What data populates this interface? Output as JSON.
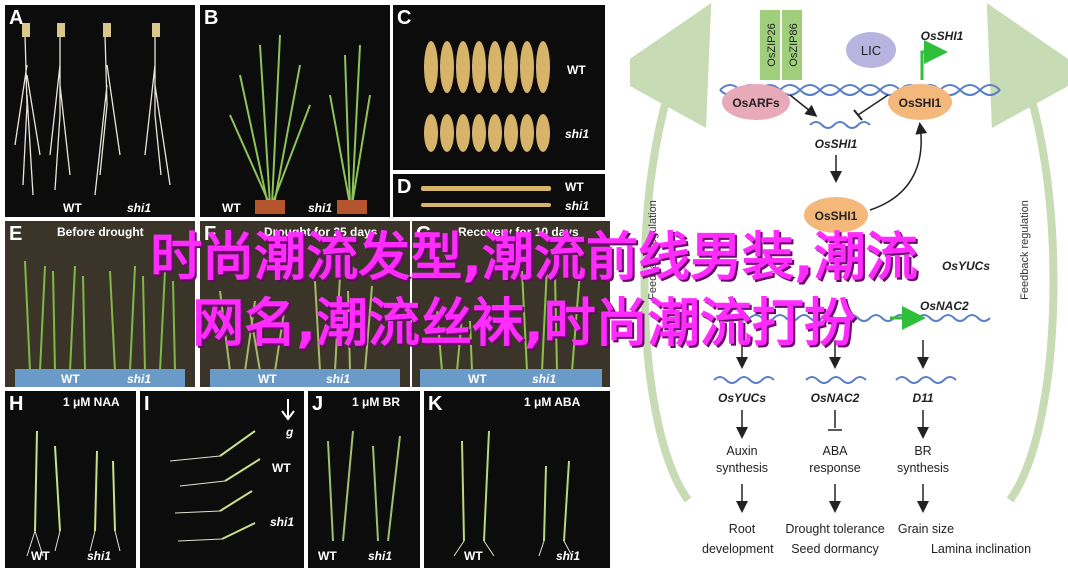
{
  "panels": {
    "A": {
      "label": "A",
      "wt": "WT",
      "mut": "shi1"
    },
    "B": {
      "label": "B",
      "wt": "WT",
      "mut": "shi1"
    },
    "C": {
      "label": "C",
      "wt": "WT",
      "mut": "shi1"
    },
    "D": {
      "label": "D",
      "wt": "WT",
      "mut": "shi1"
    },
    "E": {
      "label": "E",
      "title": "Before drought",
      "wt": "WT",
      "mut": "shi1"
    },
    "F": {
      "label": "F",
      "title": "Drought for 25 days",
      "wt": "WT",
      "mut": "shi1"
    },
    "G": {
      "label": "G",
      "title": "Recovery for 10 days",
      "wt": "WT",
      "mut": "shi1"
    },
    "H": {
      "label": "H",
      "title": "1 μM NAA",
      "wt": "WT",
      "mut": "shi1"
    },
    "I": {
      "label": "I",
      "g": "g",
      "wt": "WT",
      "mut": "shi1"
    },
    "J": {
      "label": "J",
      "title": "1 μM BR",
      "wt": "WT",
      "mut": "shi1"
    },
    "K": {
      "label": "K",
      "title": "1 μM ABA",
      "wt": "WT",
      "mut": "shi1"
    }
  },
  "diagram": {
    "top_tfs": [
      "OsZIP26",
      "OsZIP86"
    ],
    "lic": "LIC",
    "osshi1_gene_top": "OsSHI1",
    "osarfs": "OsARFs",
    "osshi1_protein": "OsSHI1",
    "osshi1_gene": "OsSHI1",
    "osshi1_center": "OsSHI1",
    "feedback_left": "Feedback regulation",
    "feedback_right": "Feedback regulation",
    "bottom_fragment_1": "OsYUCs",
    "bottom_fragment_2": "OsNAC2",
    "targets": [
      {
        "gene": "OsYUCs",
        "process": "Auxin synthesis",
        "process_1": "Auxin",
        "process_2": "synthesis",
        "outcome_1": "Root",
        "outcome_2": "development"
      },
      {
        "gene": "OsNAC2",
        "process": "ABA response",
        "process_1": "ABA",
        "process_2": "response",
        "outcome_1": "Drought tolerance",
        "outcome_2": "Seed dormancy"
      },
      {
        "gene": "D11",
        "process": "BR synthesis",
        "process_1": "BR",
        "process_2": "synthesis",
        "outcome_1": "Grain size",
        "outcome_2": "Lamina inclination"
      }
    ]
  },
  "overlay": {
    "line1": "时尚潮流发型,潮流前线男装,潮流",
    "line2": "网名,潮流丝袜,时尚潮流打扮"
  },
  "colors": {
    "overlay_text": "#ff2bff",
    "dna": "#5a7fc9",
    "arfs": "#e8a9b9",
    "shi1": "#f4b87a",
    "lic": "#b9b3e0",
    "tf": "#9fcf7a",
    "arrow_green": "#2fbf3a",
    "feedback": "#c7dcb4"
  }
}
